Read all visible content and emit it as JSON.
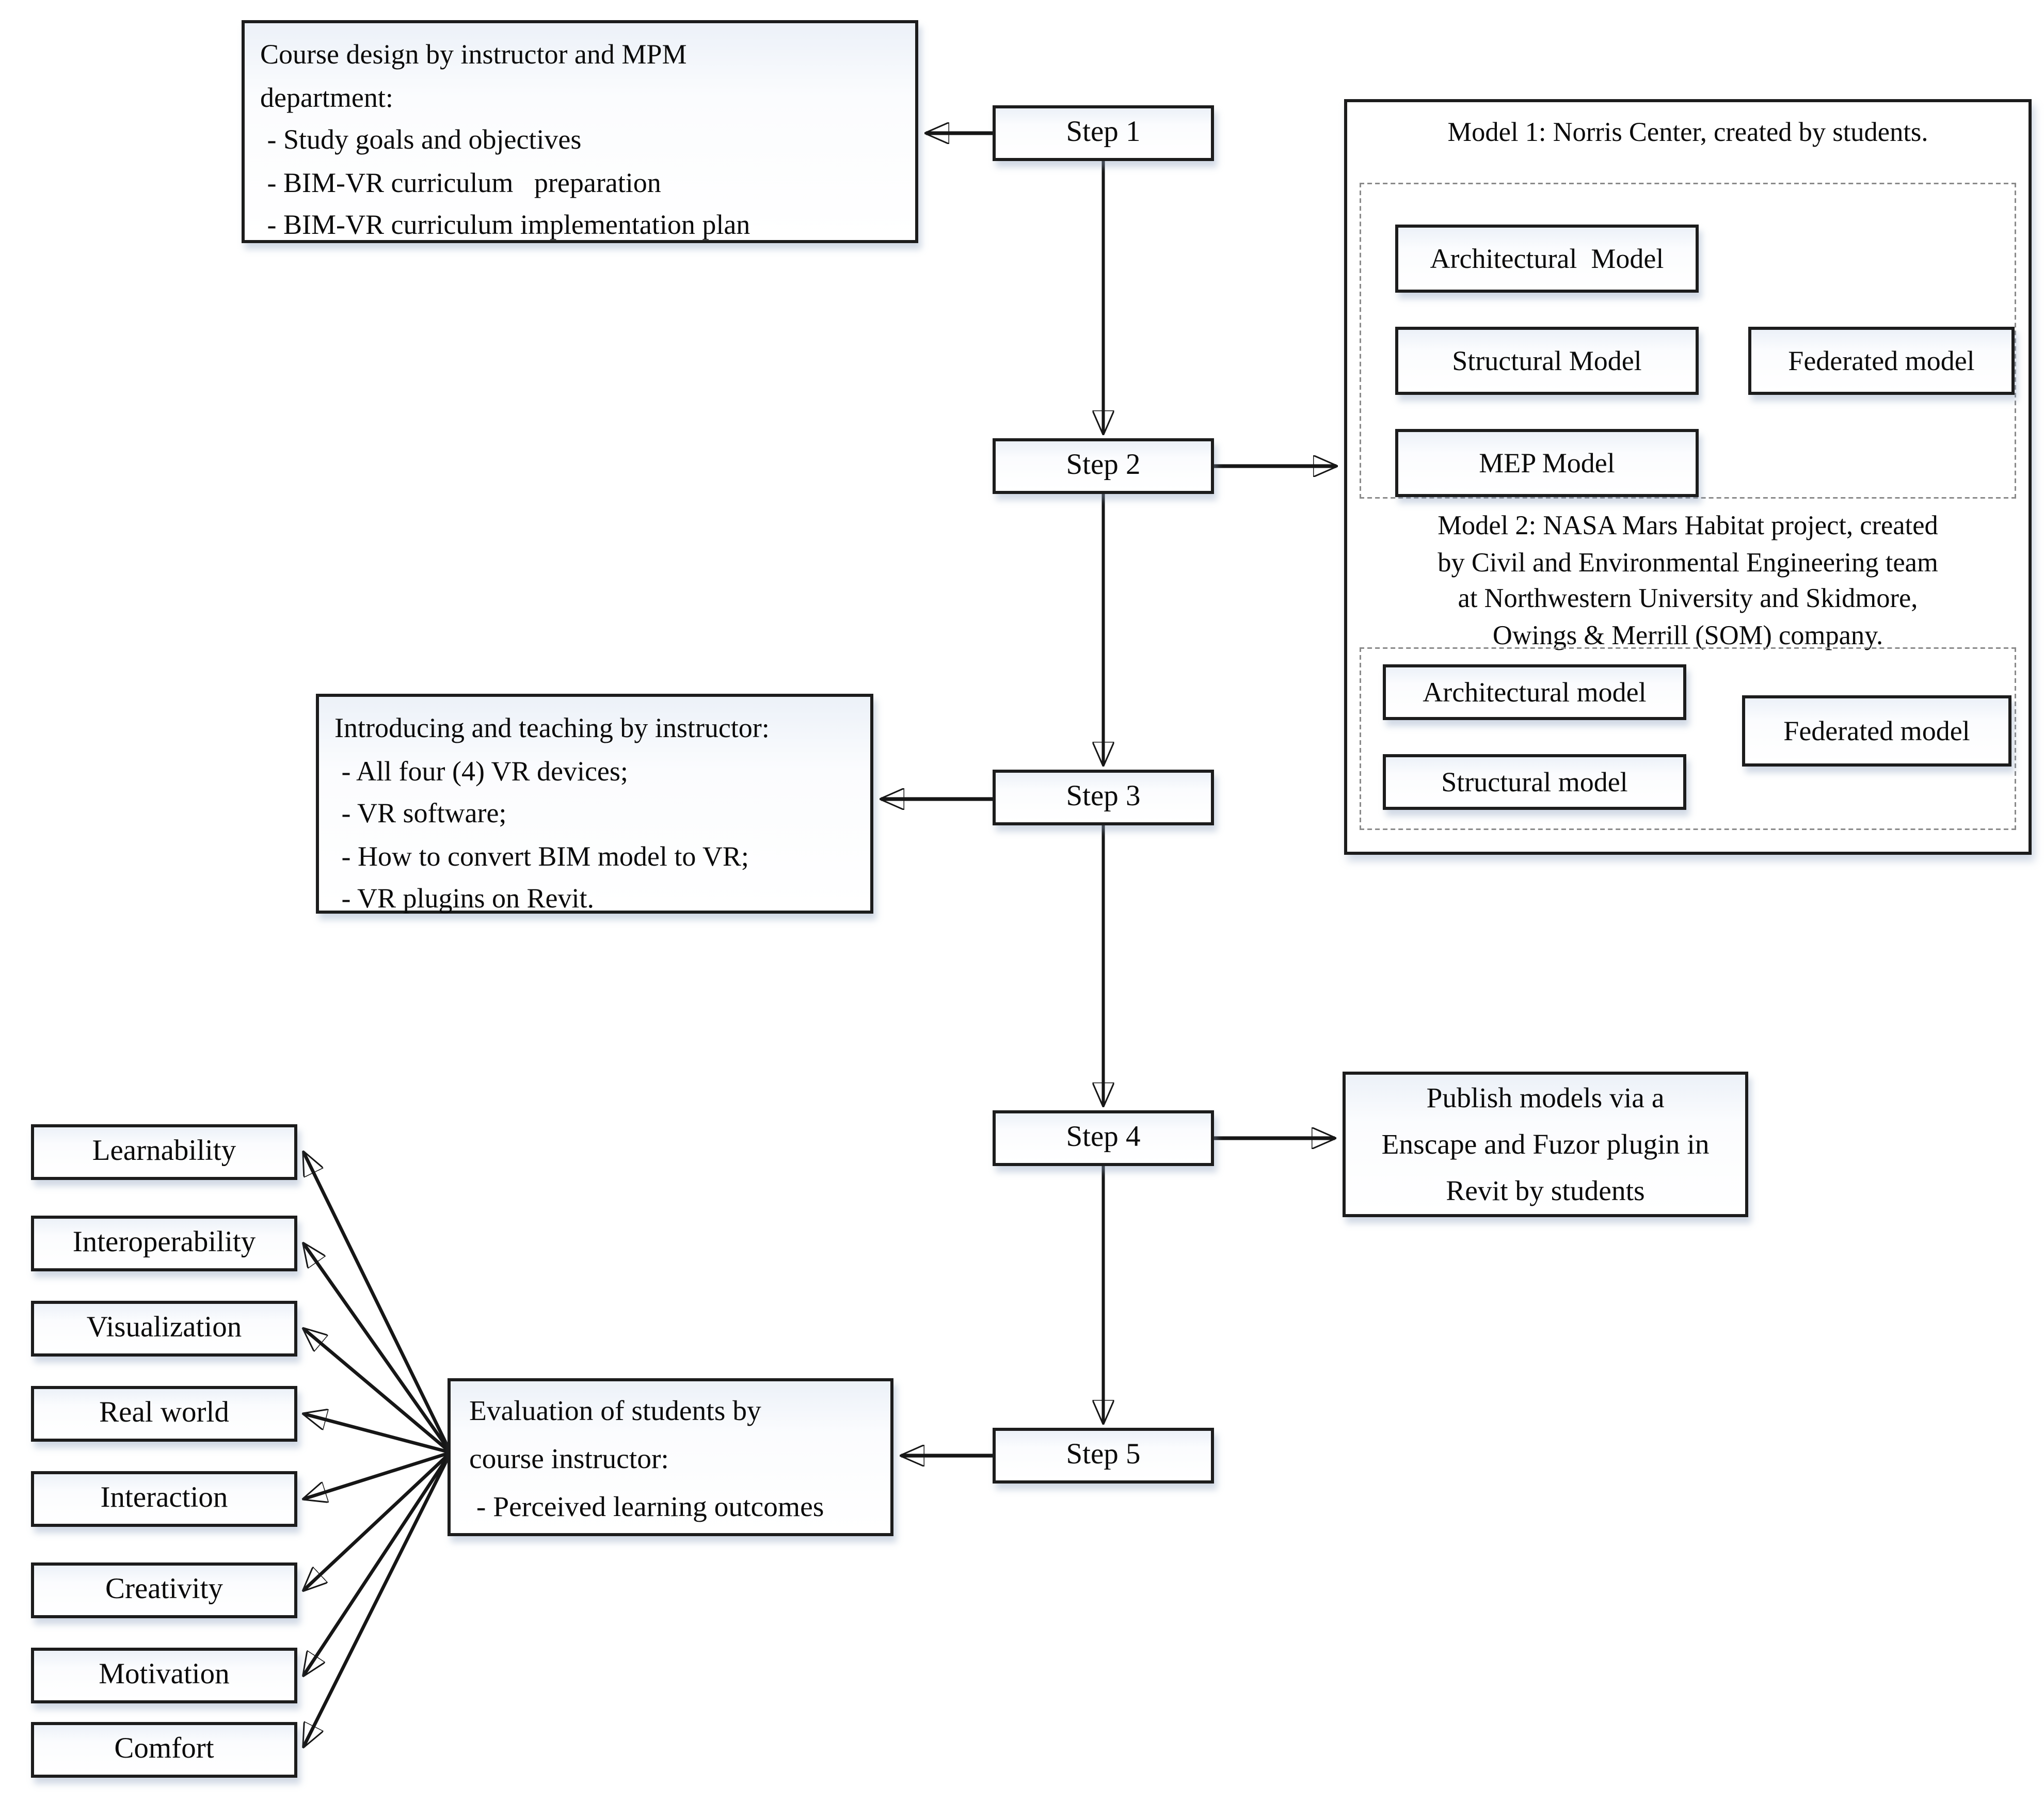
{
  "colors": {
    "ink": "#1c1c1c",
    "paper": "#ffffff",
    "box_tint": "#ecf1f8"
  },
  "steps": [
    "Step 1",
    "Step 2",
    "Step 3",
    "Step 4",
    "Step 5"
  ],
  "course_design_box": {
    "lines": [
      "Course design by instructor and MPM",
      "department:",
      " - Study goals and objectives",
      " - BIM-VR curriculum   preparation",
      " - BIM-VR curriculum implementation plan"
    ]
  },
  "teaching_box": {
    "lines": [
      "Introducing and teaching by instructor:",
      " - All four (4) VR devices;",
      " - VR software;",
      " - How to convert BIM model to VR;",
      " - VR plugins on Revit."
    ]
  },
  "publish_box": {
    "lines": [
      "Publish models via a",
      "Enscape and Fuzor plugin in",
      "Revit by students"
    ]
  },
  "evaluation_box": {
    "lines": [
      "Evaluation of students by",
      "course instructor:",
      " - Perceived learning outcomes"
    ]
  },
  "models_panel": {
    "model1": {
      "title": "Model 1: Norris Center, created by students.",
      "inputs": [
        "Architectural  Model",
        "Structural Model",
        "MEP Model"
      ],
      "output": "Federated model"
    },
    "model2": {
      "title_lines": [
        "Model 2: NASA Mars Habitat project, created",
        "by Civil and Environmental Engineering team",
        "at Northwestern University and Skidmore,",
        "Owings & Merrill (SOM) company."
      ],
      "inputs": [
        "Architectural model",
        "Structural model"
      ],
      "output": "Federated model"
    }
  },
  "outcomes": [
    "Learnability",
    "Interoperability",
    "Visualization",
    "Real world",
    "Interaction",
    "Creativity",
    "Motivation",
    "Comfort"
  ]
}
